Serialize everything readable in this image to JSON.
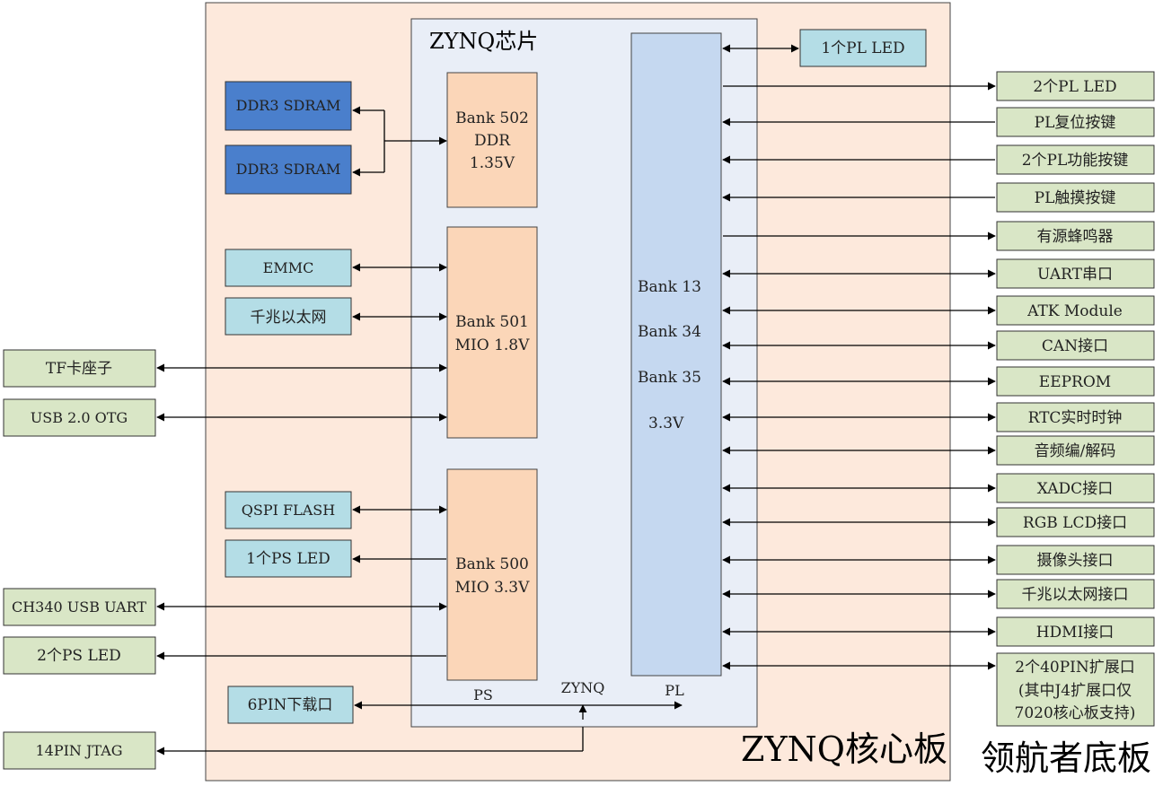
{
  "colors": {
    "core_board_bg": "#fde9dc",
    "chip_bg": "#e9eef7",
    "bank_ps_bg": "#fbd6b8",
    "bank_pl_bg": "#c5d8f0",
    "ddr_bg": "#4a7fcc",
    "ps_periph_bg": "#b4dde6",
    "base_periph_bg": "#d9e6c6",
    "line": "#000000"
  },
  "chip": {
    "title": "ZYNQ芯片"
  },
  "banks": {
    "b502": [
      "Bank 502",
      "DDR",
      "1.35V"
    ],
    "b501": [
      "Bank 501",
      "MIO 1.8V"
    ],
    "b500": [
      "Bank 500",
      "MIO 3.3V"
    ],
    "pl": [
      "Bank 13",
      "Bank 34",
      "Bank 35",
      "3.3V"
    ]
  },
  "labels": {
    "ps": "PS",
    "zynq": "ZYNQ",
    "pl": "PL",
    "core_board": "ZYNQ核心板",
    "base_board": "领航者底板"
  },
  "core_peripherals": {
    "ddr1": "DDR3 SDRAM",
    "ddr2": "DDR3 SDRAM",
    "emmc": "EMMC",
    "eth": "千兆以太网",
    "qspi": "QSPI FLASH",
    "ps_led": "1个PS LED",
    "pl_led": "1个PL LED",
    "download": "6PIN下载口"
  },
  "left_peripherals": {
    "tf": "TF卡座子",
    "usb": "USB 2.0 OTG",
    "ch340": "CH340 USB UART",
    "ps_led2": "2个PS LED",
    "jtag": "14PIN JTAG"
  },
  "right_peripherals": [
    "2个PL LED",
    "PL复位按键",
    "2个PL功能按键",
    "PL触摸按键",
    "有源蜂鸣器",
    "UART串口",
    "ATK Module",
    "CAN接口",
    "EEPROM",
    "RTC实时时钟",
    "音频编/解码",
    "XADC接口",
    "RGB LCD接口",
    "摄像头接口",
    "千兆以太网接口",
    "HDMI接口"
  ],
  "expansion": [
    "2个40PIN扩展口",
    "(其中J4扩展口仅",
    "7020核心板支持)"
  ]
}
